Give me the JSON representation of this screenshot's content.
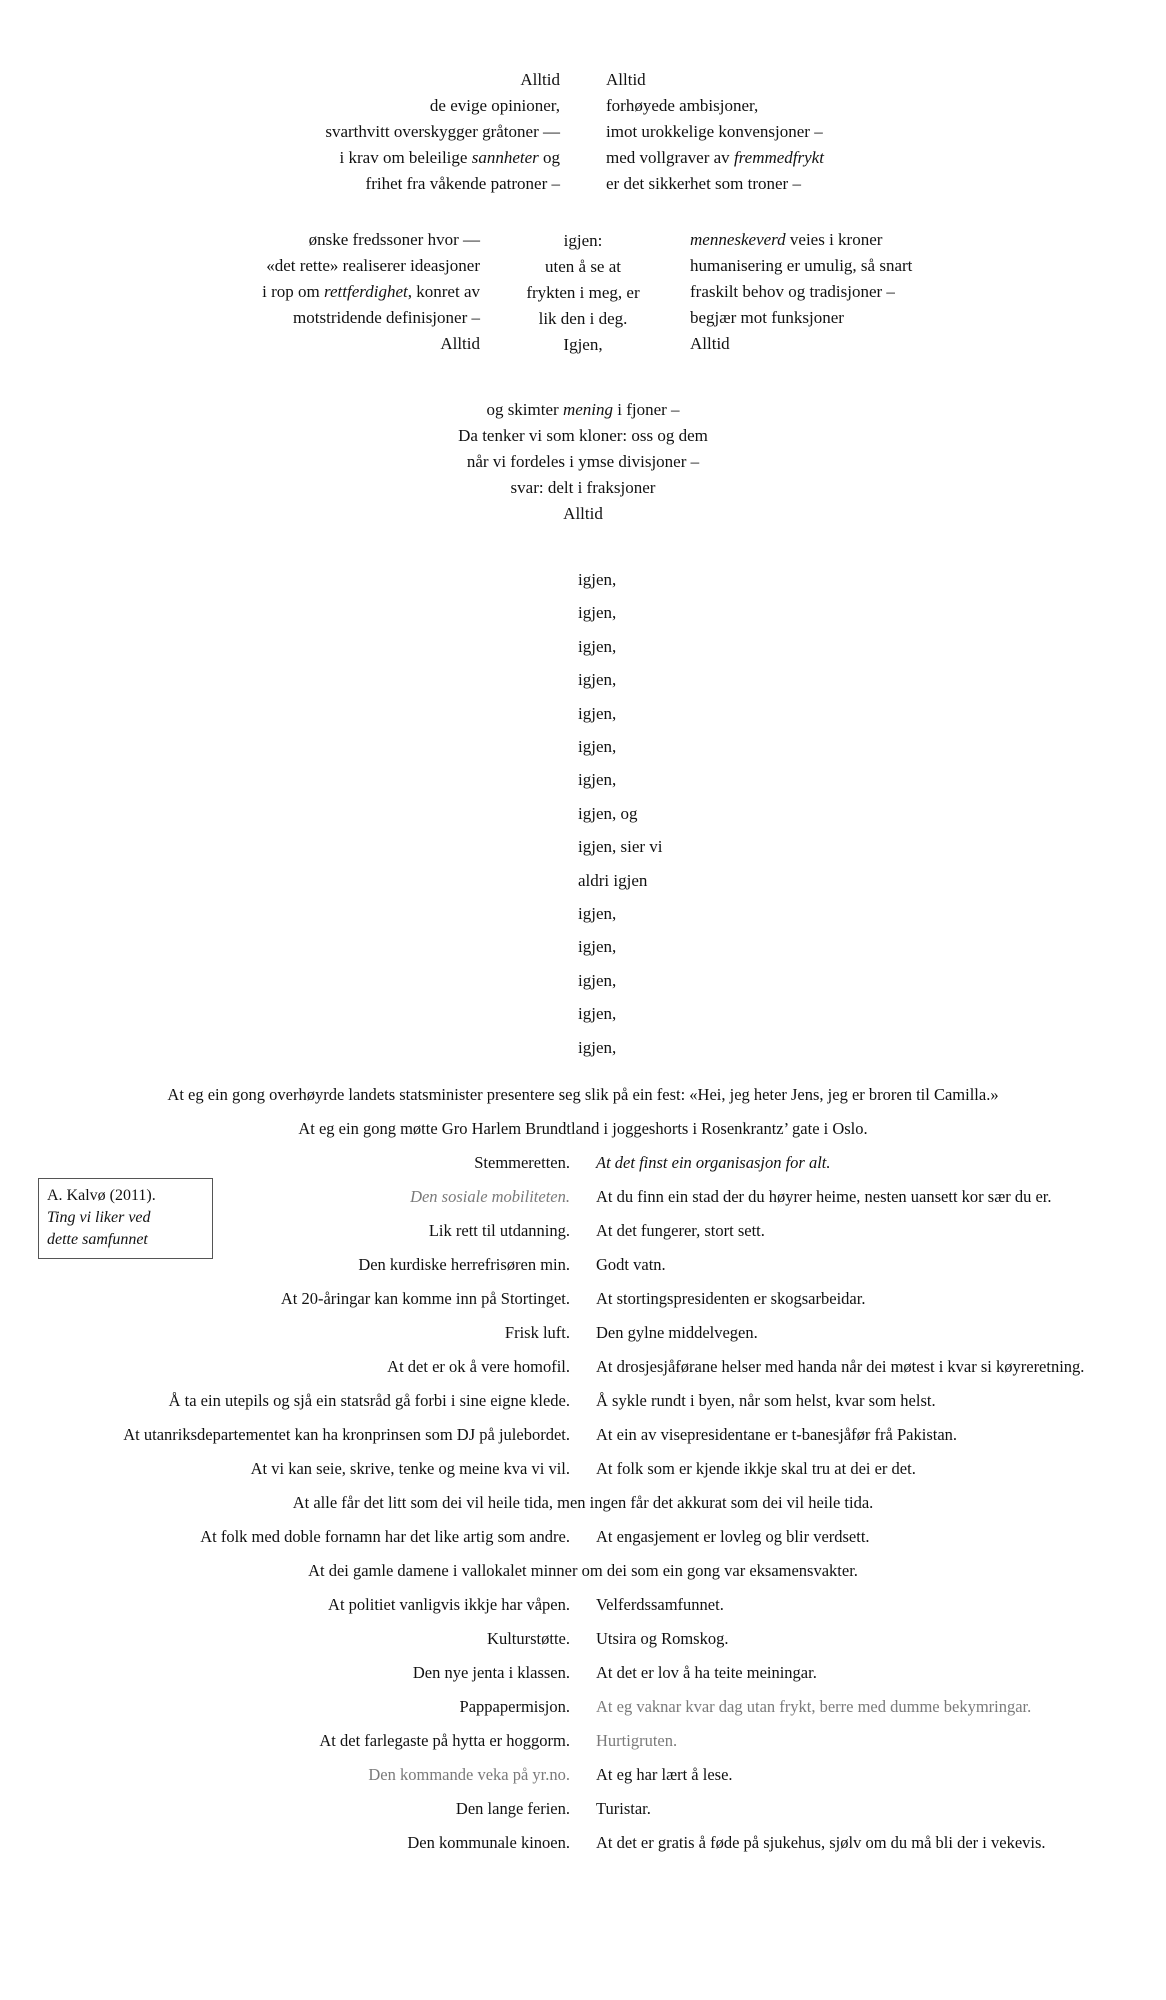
{
  "pentagon": {
    "lines": [
      {
        "a": "Alltid"
      },
      {
        "a": "de evige opinioner,"
      },
      {
        "a": "svarthvitt overskygger gråtoner —"
      },
      {
        "a": "i krav om beleilige ",
        "em": "sannheter",
        "b": " og"
      },
      {
        "a": "frihet fra våkende patroner –"
      },
      {
        "a": "Alltid"
      },
      {
        "a": "forhøyede ambisjoner,"
      },
      {
        "a": "imot urokkelige konvensjoner –"
      },
      {
        "a": "med vollgraver av ",
        "em": "fremmedfrykt"
      },
      {
        "a": "er det sikkerhet som troner –"
      },
      {
        "em": "menneskeverd",
        "b": " veies i kroner"
      },
      {
        "a": "humanisering er umulig, så snart"
      },
      {
        "a": "fraskilt behov og tradisjoner –"
      },
      {
        "a": "begjær mot funksjoner"
      },
      {
        "a": "Alltid"
      },
      {
        "a": "og skimter ",
        "em": "mening",
        "b": " i fjoner –"
      },
      {
        "a": "Da tenker vi som kloner: oss og dem"
      },
      {
        "a": "når vi fordeles i ymse divisjoner –"
      },
      {
        "a": "svar: delt i fraksjoner"
      },
      {
        "a": "Alltid"
      },
      {
        "a": "ønske fredssoner hvor —"
      },
      {
        "a": "«det rette» realiserer ideasjoner"
      },
      {
        "a": "i rop om ",
        "em": "rettferdighet",
        "b": ", konret av"
      },
      {
        "a": "motstridende definisjoner –"
      },
      {
        "a": "Alltid"
      }
    ],
    "center": [
      "igjen:",
      "uten å se at",
      "frykten i meg, er",
      "lik den i deg.",
      "Igjen,"
    ]
  },
  "stem": [
    "igjen,",
    "igjen,",
    "igjen,",
    "igjen,",
    "igjen,",
    "igjen,",
    "igjen,",
    "igjen, og",
    "igjen, sier vi",
    "aldri igjen",
    "igjen,",
    "igjen,",
    "igjen,",
    "igjen,",
    "igjen,"
  ],
  "source": {
    "author": "A. Kalvø (2011).",
    "title_line1": "Ting vi liker ved",
    "title_line2": "dette samfunnet"
  },
  "roots": [
    "At eg ein gong overhøyrde landets statsminister presentere seg slik på ein fest: «Hei, jeg heter Jens, jeg er broren til Camilla.»",
    "At eg ein gong møtte Gro Harlem Brundtland i joggeshorts i Rosenkrantz’ gate i Oslo.",
    "Stemmeretten.",
    "At det finst ein organisasjon for alt.",
    "Den sosiale mobiliteten.",
    "Lik rett til utdanning.",
    "Å ta ein utepils og sjå ein statsråd gå forbi i sine eigne klede.",
    "Frisk luft.",
    "Den kurdiske herrefrisøren min.",
    "At 20-åringar kan komme inn på Stortinget.",
    "At utanriksdepartementet kan ha kronprinsen som DJ på julebordet.",
    "At vi kan seie, skrive, tenke og meine kva vi vil.",
    "At folk som er kjende ikkje skal tru at dei er det.",
    "At ein av visepresidentane er t-banesjåfør frå Pakistan.",
    "At det er ok å vere homofil.",
    "At du finn ein stad der du høyrer heime, nesten uansett kor sær du er.",
    "At det fungerer, stort sett.",
    "Godt vatn.",
    "At stortingspresidenten er skogsarbeidar.",
    "Den gylne middelvegen.",
    "At drosjesjåførane helser med handa når dei møtest i kvar si køyreretning.",
    "Å sykle rundt i byen, når som helst, kvar som helst.",
    "At alle får det litt som dei vil heile tida, men ingen får det akkurat som dei vil heile tida.",
    "At folk med doble fornamn har det like artig som andre.",
    "At dei gamle damene i vallokalet minner om dei som ein gong var eksamensvakter.",
    "At politiet vanligvis ikkje har våpen.",
    "Kulturstøtte.",
    "Den nye jenta i klassen.",
    "At engasjement er lovleg og blir verdsett.",
    "Velferdssamfunnet.",
    "Utsira og Romskog.",
    "At det er lov å ha teite meiningar.",
    "Pappapermisjon.",
    "At det farlegaste på hytta er hoggorm.",
    "Den kommande veka på yr.no.",
    "Den lange ferien.",
    "At eg vaknar kvar dag utan frykt, berre med dumme bekymringar.",
    "Hurtigruten.",
    "Den kommunale kinoen.",
    "Turistar.",
    "At eg har lært å lese.",
    "At det er gratis å føde på sjukehus, sjølv om du må bli der i vekevis."
  ]
}
